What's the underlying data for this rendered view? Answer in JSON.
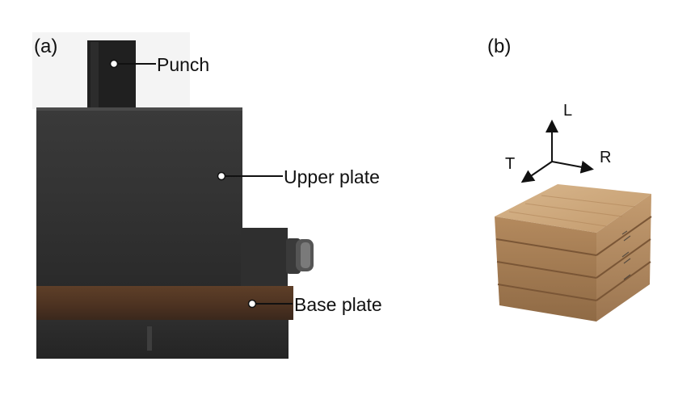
{
  "panels": {
    "a": {
      "label": "(a)",
      "callouts": {
        "punch": "Punch",
        "upper_plate": "Upper plate",
        "base_plate": "Base plate"
      }
    },
    "b": {
      "label": "(b)",
      "axes": {
        "l": "L",
        "t": "T",
        "r": "R"
      }
    }
  },
  "colors": {
    "steel_dark": "#2b2b2b",
    "steel_mid": "#3d3d3d",
    "rust": "#5a3b26",
    "wood": "#c9a47b"
  }
}
